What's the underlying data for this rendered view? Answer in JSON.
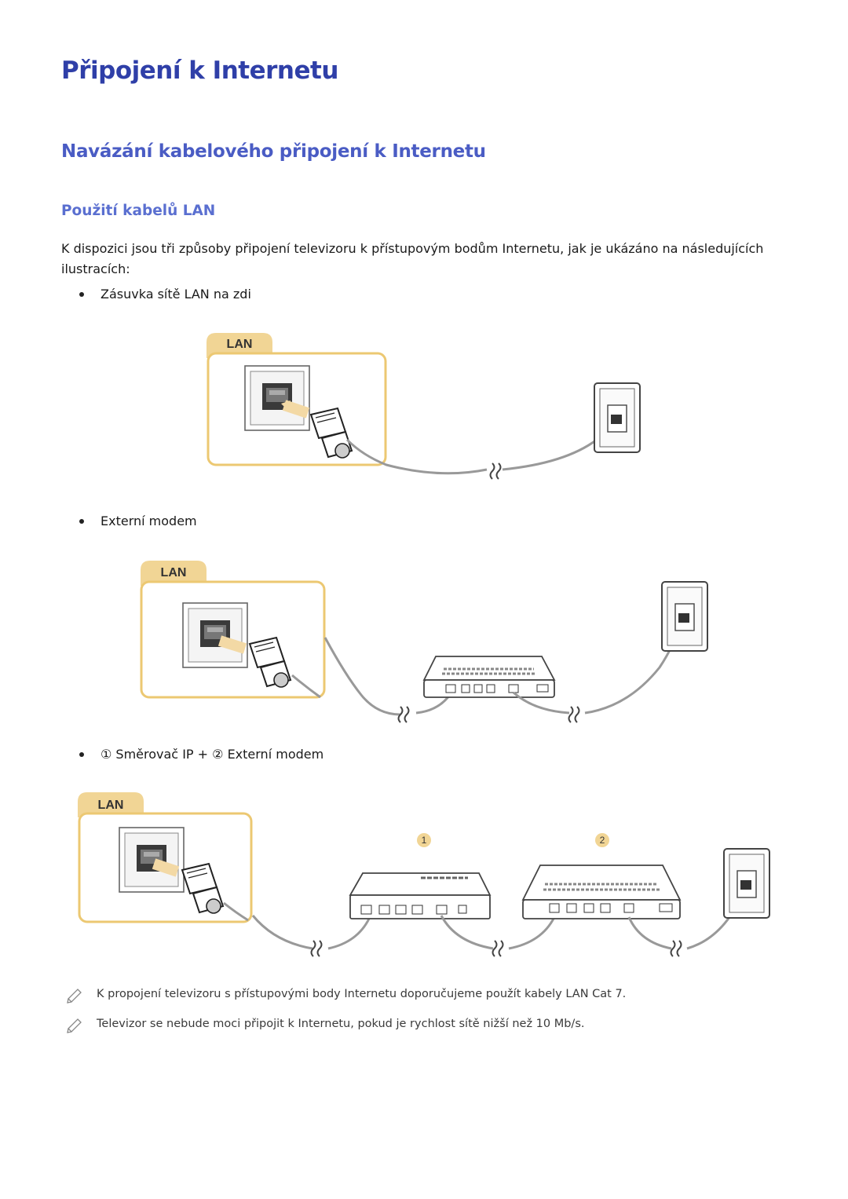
{
  "page": {
    "title": "Připojení k Internetu",
    "section_title": "Navázání kabelového připojení k Internetu",
    "subsection_title": "Použití kabelů LAN",
    "intro": "K dispozici jsou tři způsoby připojení televizoru k přístupovým bodům Internetu, jak je ukázáno na následujících ilustracích:"
  },
  "bullets": [
    "Zásuvka sítě LAN na zdi",
    "Externí modem",
    "① Směrovač IP + ② Externí modem"
  ],
  "diagrams": {
    "lan_label": "LAN",
    "router_number": "1",
    "modem_number": "2"
  },
  "notes": [
    "K propojení televizoru s přístupovými body Internetu doporučujeme použít kabely LAN Cat 7.",
    "Televizor se nebude moci připojit k Internetu, pokud je rychlost sítě nižší než 10 Mb/s."
  ],
  "colors": {
    "title": "#2f3fa8",
    "section": "#4a5cc4",
    "subsection": "#5a6fd0",
    "lan_tab": "#f1d595",
    "lan_border": "#ecc872"
  },
  "icons": [
    "pencil-note-icon",
    "wall-socket-icon",
    "lan-plug-icon",
    "router-icon",
    "modem-icon",
    "cable-break-icon"
  ]
}
